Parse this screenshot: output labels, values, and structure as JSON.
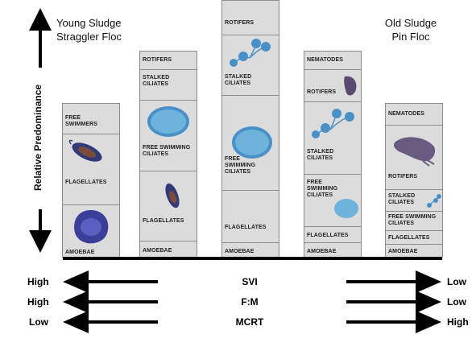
{
  "header": {
    "left_line1": "Young Sludge",
    "left_line2": "Straggler Floc",
    "right_line1": "Old Sludge",
    "right_line2": "Pin Floc"
  },
  "axis": {
    "label": "Relative Predominance"
  },
  "columns": [
    {
      "sections": [
        "FREE SWIMMERS",
        "FLAGELLATES",
        "AMOEBAE"
      ]
    },
    {
      "sections": [
        "ROTIFERS",
        "STALKED CILIATES",
        "FREE SWIMMING CILIATES",
        "FLAGELLATES",
        "AMOEBAE"
      ]
    },
    {
      "sections": [
        "ROTIFERS",
        "STALKED CILIATES",
        "FREE SWIMMING CILIATES",
        "FLAGELLATES",
        "AMOEBAE"
      ]
    },
    {
      "sections": [
        "NEMATODES",
        "ROTIFERS",
        "STALKED CILIATES",
        "FREE SWIMMING CILIATES",
        "FLAGELLATES",
        "AMOEBAE"
      ]
    },
    {
      "sections": [
        "NEMATODES",
        "ROTIFERS",
        "STALKED CILIATES",
        "FREE SWIMMING CILIATES",
        "FLAGELLATES",
        "AMOEBAE"
      ]
    }
  ],
  "indicators": [
    {
      "name": "SVI",
      "left": "High",
      "right": "Low"
    },
    {
      "name": "F:M",
      "left": "High",
      "right": "Low"
    },
    {
      "name": "MCRT",
      "left": "Low",
      "right": "High"
    }
  ],
  "colors": {
    "column_fill": "#dcdcdc",
    "border": "#8c8c8c",
    "organism_blue": "#4a90c8",
    "organism_dark": "#3a2a5a"
  }
}
